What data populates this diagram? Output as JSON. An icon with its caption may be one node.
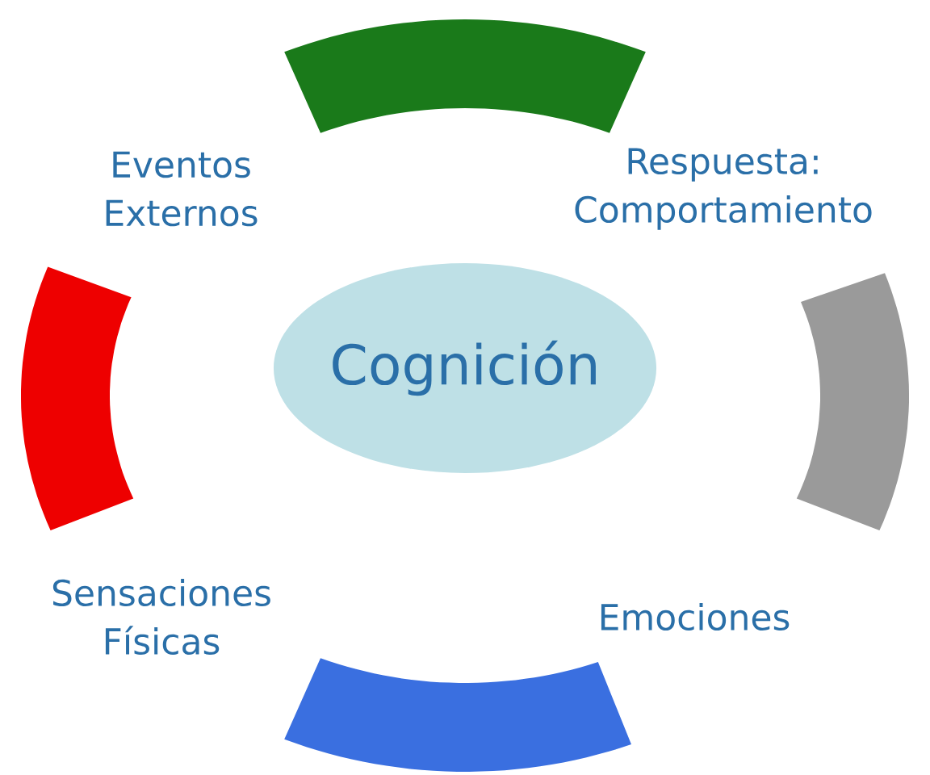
{
  "diagram": {
    "nodes": [
      {
        "text": [],
        "shape": "arc"
      },
      {
        "text": [],
        "shape": "arc"
      },
      {
        "text": [
          "Cognición"
        ]
      },
      {
        "text": [],
        "shape": "arc"
      },
      {
        "text": [],
        "shape": "arc"
      }
    ],
    "labels": [
      "Eventos Externos",
      "Respuesta: Comportamiento",
      "Sensaciones Físicas",
      "Emociones"
    ]
  }
}
